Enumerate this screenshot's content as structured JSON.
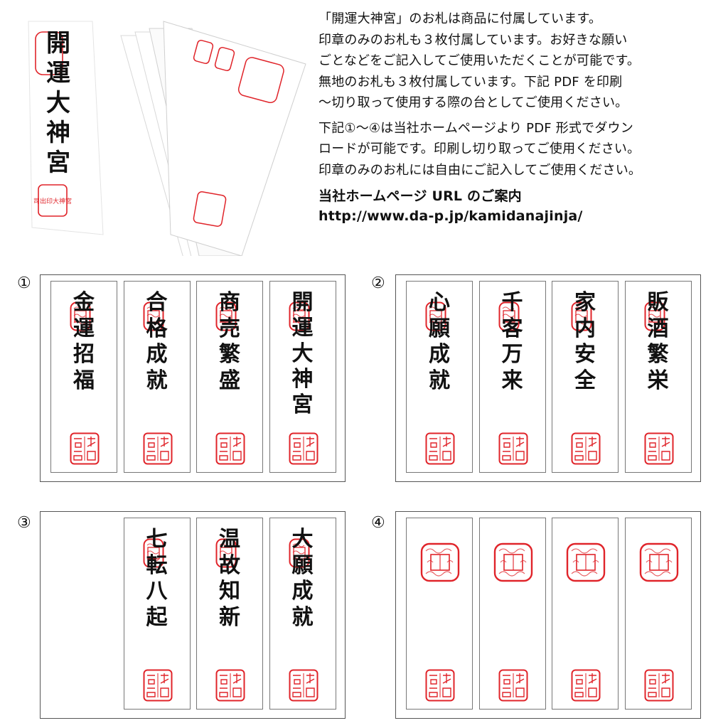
{
  "intro": {
    "lines": [
      "「開運大神宮」のお札は商品に付属しています。",
      "印章のみのお札も３枚付属しています。お好きな願い",
      "ごとなどをご記入してご使用いただくことが可能です。",
      "無地のお札も３枚付属しています。下記 PDF を印刷",
      "〜切り取って使用する際の台としてご使用ください。"
    ],
    "lines2": [
      "下記①〜④は当社ホームページより PDF 形式でダウン",
      "ロードが可能です。印刷し切り取ってご使用ください。",
      "印章のみのお札には自由にご記入してご使用ください。"
    ],
    "url_heading": "当社ホームページ URL のご案内",
    "url": "http://www.da-p.jp/kamidanajinja/"
  },
  "photo": {
    "front_text": "開運大神宮",
    "seal_text": "司出印大神宮"
  },
  "colors": {
    "seal_red": "#e0242a",
    "text": "#111111",
    "border": "#666666"
  },
  "sheets": [
    {
      "label": "①",
      "cards": [
        {
          "text": "金運招福"
        },
        {
          "text": "合格成就"
        },
        {
          "text": "商売繁盛"
        },
        {
          "text": "開運大神宮"
        }
      ]
    },
    {
      "label": "②",
      "cards": [
        {
          "text": "心願成就"
        },
        {
          "text": "千客万来"
        },
        {
          "text": "家内安全"
        },
        {
          "text": "販酒繁栄"
        }
      ]
    },
    {
      "label": "③",
      "cards": [
        {
          "text": "七転八起"
        },
        {
          "text": "温故知新"
        },
        {
          "text": "大願成就"
        }
      ]
    },
    {
      "label": "④",
      "cards": [
        {
          "text": ""
        },
        {
          "text": ""
        },
        {
          "text": ""
        },
        {
          "text": ""
        }
      ]
    }
  ]
}
